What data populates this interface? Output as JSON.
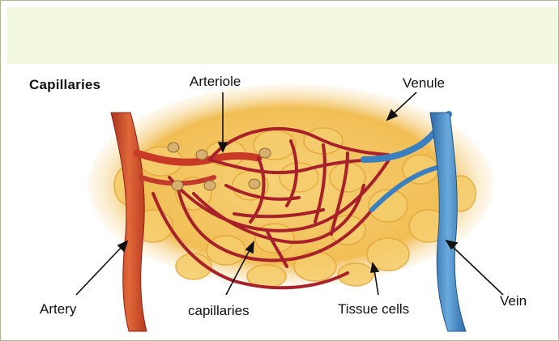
{
  "title": "Capillaries",
  "labels": {
    "arteriole": "Arteriole",
    "venule": "Venule",
    "artery": "Artery",
    "capillaries": "capillaries",
    "tissue_cells": "Tissue cells",
    "vein": "Vein"
  },
  "colors": {
    "banner": "#f2f7df",
    "border": "#a9b88f",
    "tissue": "#f3c55d",
    "tissue_cell_edge": "#e8ad3c",
    "artery": "#c9412b",
    "capillary": "#a8202a",
    "vein": "#3e86c4",
    "sphincter": "#cfa96a"
  }
}
